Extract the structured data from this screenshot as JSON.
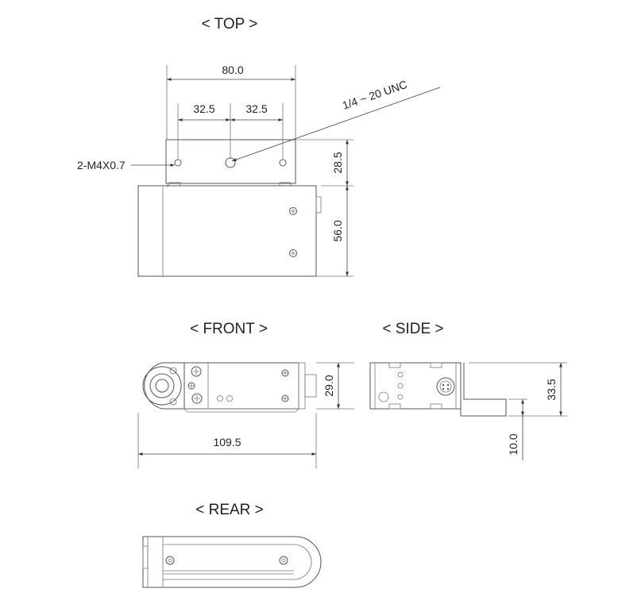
{
  "views": {
    "top": {
      "title": "< TOP >"
    },
    "front": {
      "title": "< FRONT >"
    },
    "side": {
      "title": "< SIDE >"
    },
    "rear": {
      "title": "< REAR >"
    }
  },
  "dimensions": {
    "top_width": "80.0",
    "top_left_spacing": "32.5",
    "top_right_spacing": "32.5",
    "top_height_upper": "28.5",
    "top_height_lower": "56.0",
    "front_height": "29.0",
    "front_length": "109.5",
    "side_height": "33.5",
    "side_offset": "10.0"
  },
  "callouts": {
    "mount_thread": "1/4 ~ 20 UNC",
    "screw_holes": "2-M4X0.7"
  }
}
